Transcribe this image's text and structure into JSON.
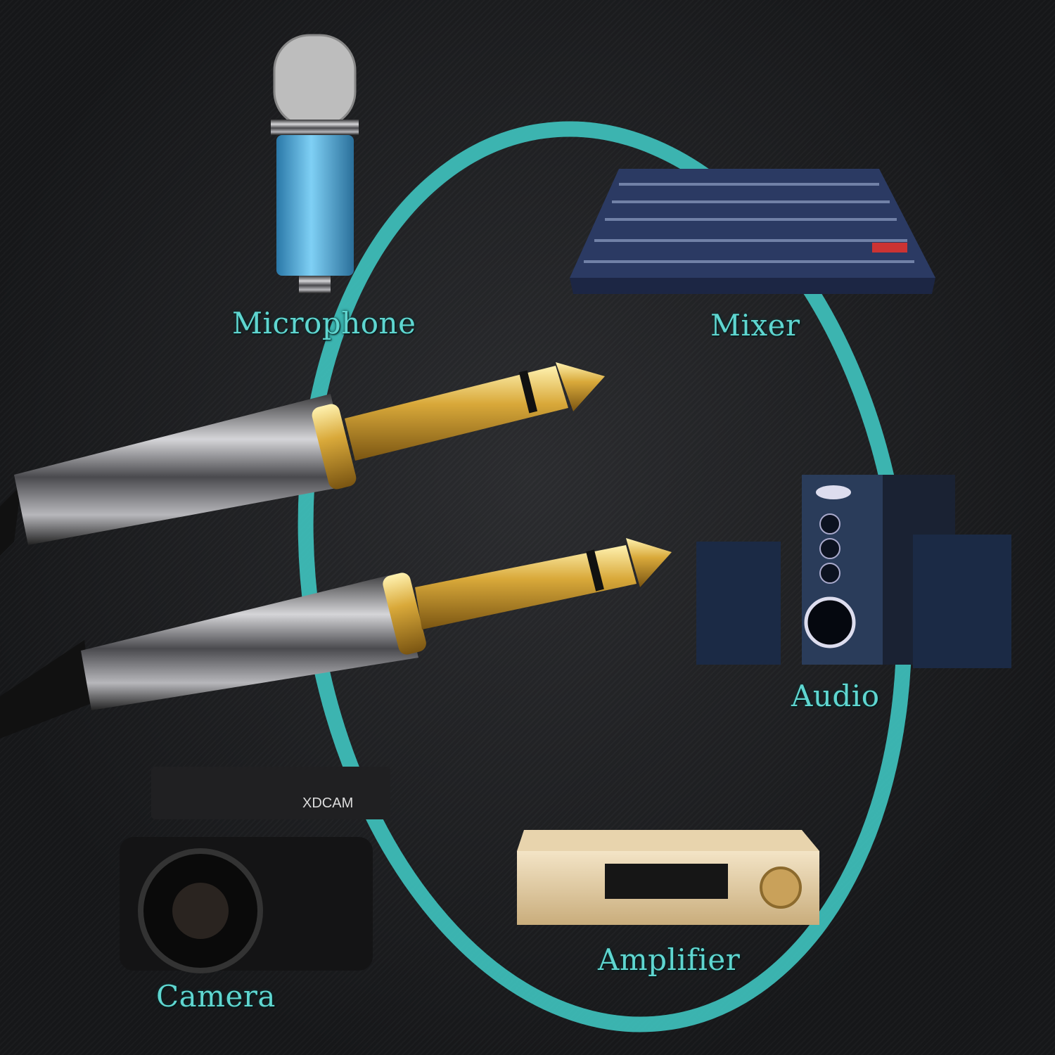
{
  "labels": {
    "microphone": "Microphone",
    "mixer": "Mixer",
    "audio": "Audio",
    "amplifier": "Amplifier",
    "camera": "Camera"
  },
  "camera_brand": "XDCAM",
  "colors": {
    "ring": "#3fc4c0",
    "label": "#5fd6d0",
    "gold": "#d9a93a",
    "mic_body": "#4aa6d8",
    "background": "#1a1b1d"
  }
}
